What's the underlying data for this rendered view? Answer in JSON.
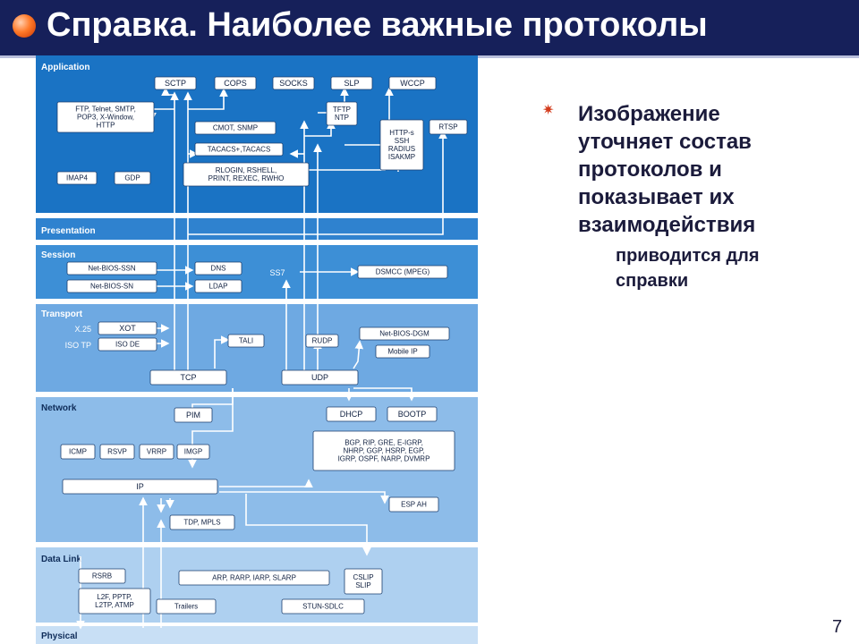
{
  "slide": {
    "title": "Справка. Наиболее важные протоколы",
    "bullet_main": "Изображение уточняет состав протоколов и показывает их взаимодействия",
    "bullet_sub": "приводится для справки",
    "page_number": "7"
  },
  "diagram": {
    "layers": {
      "application": "Application",
      "presentation": "Presentation",
      "session": "Session",
      "transport": "Transport",
      "network": "Network",
      "datalink": "Data Link",
      "physical": "Physical"
    },
    "boxes": {
      "sctp": "SCTP",
      "cops": "COPS",
      "socks": "SOCKS",
      "slp": "SLP",
      "wccp": "WCCP",
      "ftp_1": "FTP, Telnet, SMTP,",
      "ftp_2": "POP3, X-Window,",
      "ftp_3": "HTTP",
      "tftp_1": "TFTP",
      "tftp_2": "NTP",
      "cmot": "CMOT, SNMP",
      "tacacs": "TACACS+,TACACS",
      "rlogin_1": "RLOGIN, RSHELL,",
      "rlogin_2": "PRINT, REXEC, RWHO",
      "https_1": "HTTP-s",
      "https_2": "SSH",
      "https_3": "RADIUS",
      "https_4": "ISAKMP",
      "rtsp": "RTSP",
      "imap4": "IMAP4",
      "gdp": "GDP",
      "netbios_ssn": "Net-BIOS-SSN",
      "dns": "DNS",
      "ss7": "SS7",
      "dsmcc": "DSMCC (MPEG)",
      "netbios_sn": "Net-BIOS-SN",
      "ldap": "LDAP",
      "xot": "XOT",
      "x25": "X.25",
      "isotp": "ISO TP",
      "isode": "ISO DE",
      "tali": "TALI",
      "rudp": "RUDP",
      "netbios_dgm": "Net-BIOS-DGM",
      "mobile_ip": "Mobile IP",
      "tcp": "TCP",
      "udp": "UDP",
      "dhcp": "DHCP",
      "bootp": "BOOTP",
      "pim": "PIM",
      "bgp_1": "BGP, RIP, GRE, E-IGRP,",
      "bgp_2": "NHRP, GGP, HSRP, EGP,",
      "bgp_3": "IGRP, OSPF, NARP, DVMRP",
      "icmp": "ICMP",
      "rsvp": "RSVP",
      "vrrp": "VRRP",
      "imgp": "IMGP",
      "ip": "IP",
      "esp_ah": "ESP AH",
      "tdp_mpls": "TDP, MPLS",
      "rsrb": "RSRB",
      "arp": "ARP, RARP, IARP, SLARP",
      "cslip_1": "CSLIP",
      "cslip_2": "SLIP",
      "l2f_1": "L2F, PPTP,",
      "l2f_2": "L2TP, ATMP",
      "trailers": "Trailers",
      "stun": "STUN-SDLC"
    }
  },
  "colors": {
    "title_bar": "#16205a",
    "app_layer": "#1a73c4",
    "session_layer": "#3d8fd6",
    "transport_layer": "#6ea9e2",
    "network_layer": "#8dbce9",
    "datalink_layer": "#aed0f0",
    "physical_layer": "#c8dff5",
    "bullet": "#d33b1c"
  }
}
